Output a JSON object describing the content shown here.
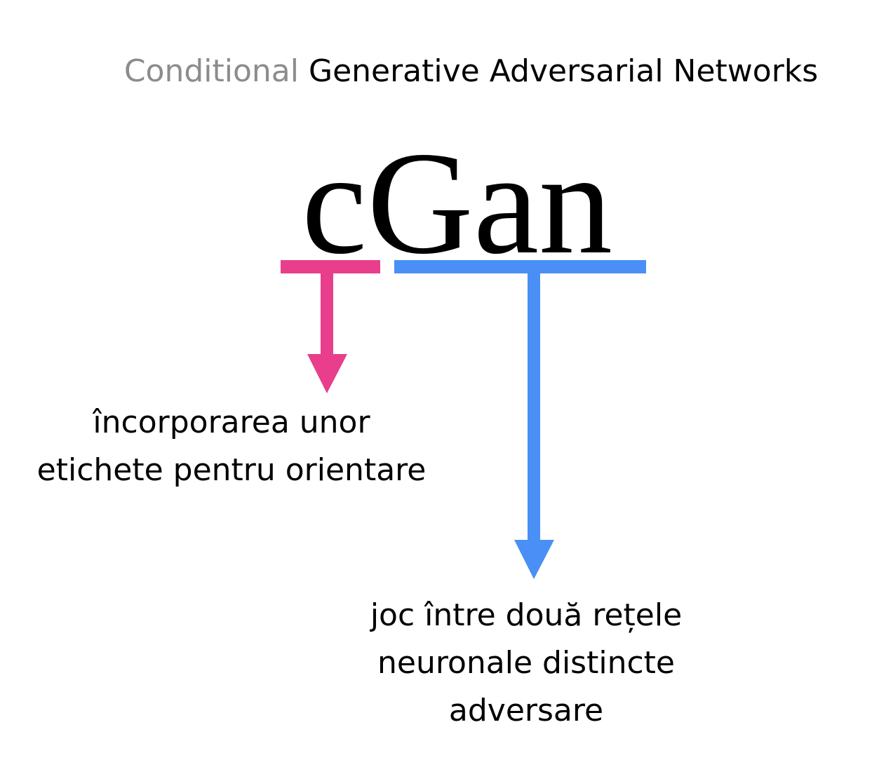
{
  "title": {
    "muted": "Conditional",
    "rest": "Generative Adversarial Networks"
  },
  "word": "cGan",
  "annotations": [
    {
      "lines": [
        "încorporarea unor",
        "etichete pentru orientare"
      ]
    },
    {
      "lines": [
        "joc între două rețele",
        "neuronale distincte",
        "adversare"
      ]
    }
  ],
  "colors": {
    "title_muted": "#8c8c8c",
    "word": "#000000",
    "pink_arrow": "#e83e8c",
    "blue_arrow": "#4a8ff5"
  }
}
